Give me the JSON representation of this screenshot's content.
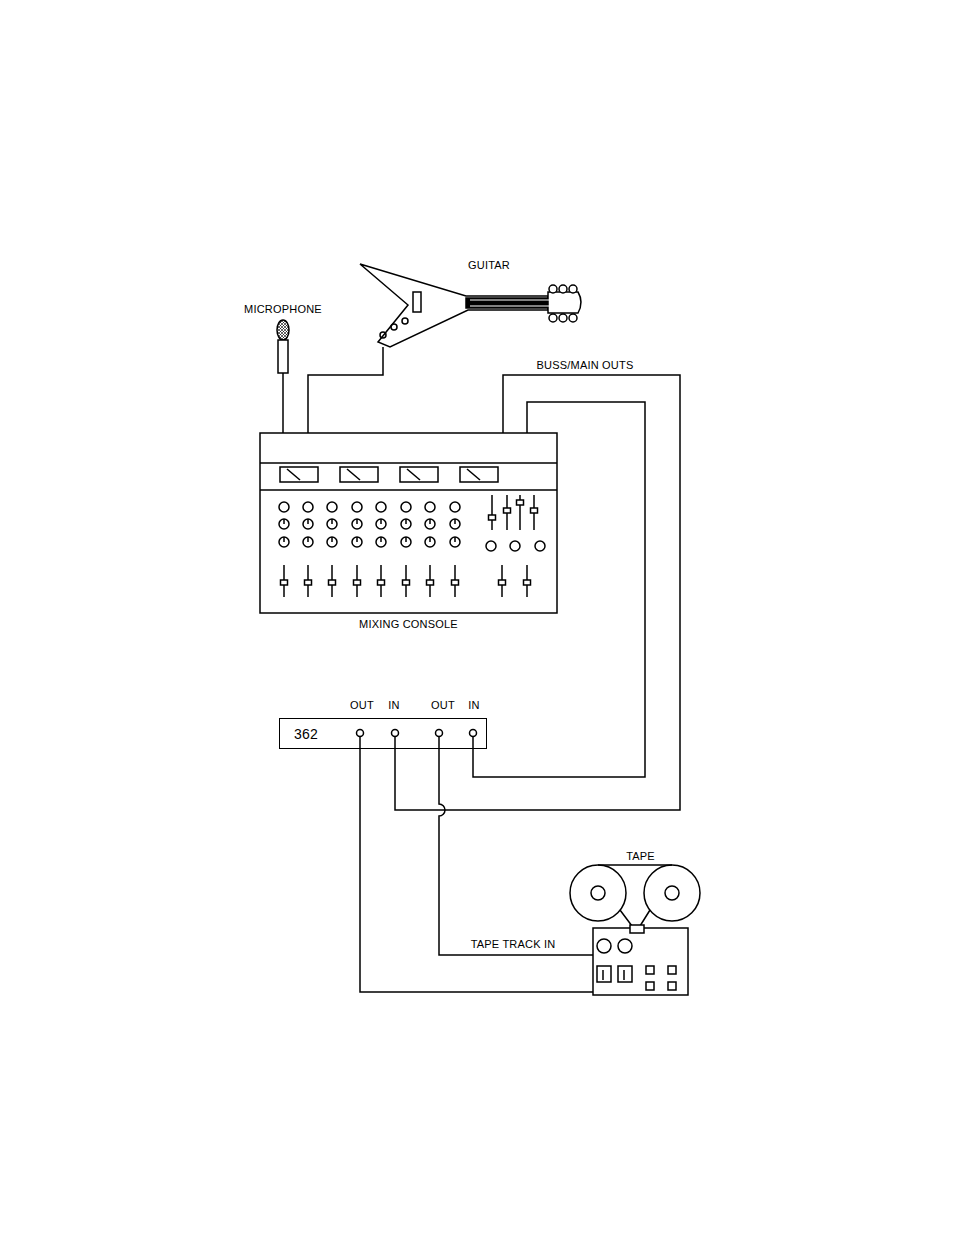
{
  "diagram": {
    "nodes": [
      {
        "text": [
          "GUITAR"
        ]
      },
      {
        "text": [
          "MICROPHONE"
        ]
      },
      {
        "text": [
          "MIXING CONSOLE"
        ]
      },
      {
        "text": [
          "362"
        ]
      },
      {
        "text": [
          "TAPE"
        ]
      }
    ],
    "edges": [
      {
        "from": 1,
        "to": 2,
        "arrow": "none"
      },
      {
        "from": 0,
        "to": 2,
        "arrow": "none"
      },
      {
        "from": 2,
        "to": 3,
        "label": "BUSS/MAIN OUTS",
        "arrow": "none"
      },
      {
        "from": 2,
        "to": 3,
        "arrow": "none"
      },
      {
        "from": 3,
        "to": 4,
        "label": "TAPE TRACK IN",
        "arrow": "none"
      },
      {
        "from": 3,
        "to": 4,
        "arrow": "none"
      }
    ],
    "labels": [
      "OUT",
      "IN",
      "OUT",
      "IN"
    ]
  }
}
